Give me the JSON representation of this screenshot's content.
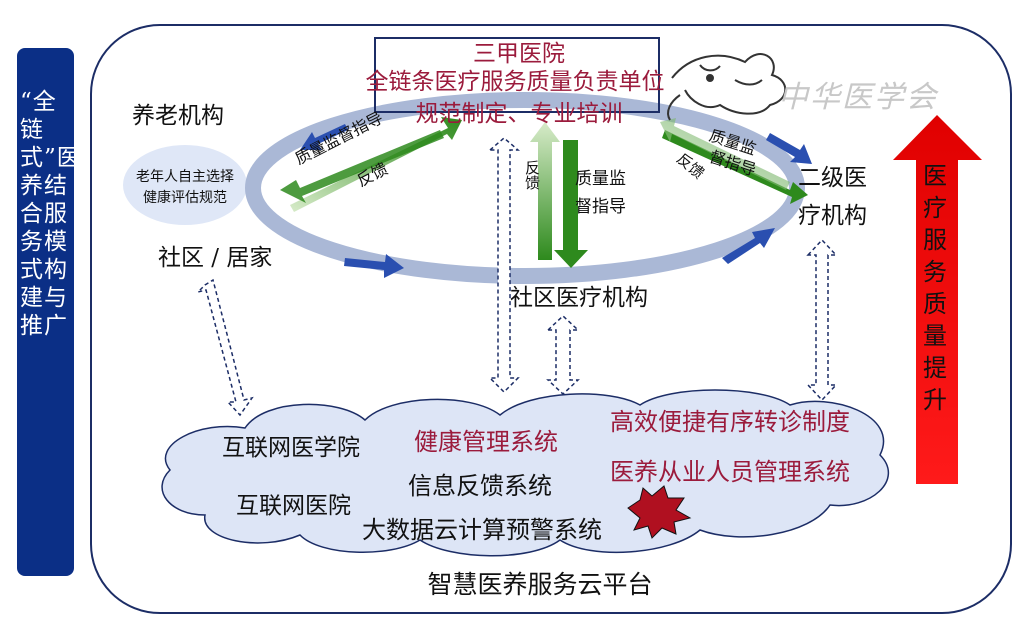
{
  "left_banner": {
    "text": "“全链式”医养结合服务模式构建与推广"
  },
  "top_box": {
    "line1": "三甲医院",
    "line2": "全链条医疗服务质量负责单位",
    "line3": "规范制定、专业培训"
  },
  "nodes": {
    "elderly_institution": "养老机构",
    "elderly_standard_line1": "老年人自主选择",
    "elderly_standard_line2": "健康评估规范",
    "community_home": "社区 / 居家",
    "community_medical": "社区医疗机构",
    "secondary_hospital_line1": "二级医",
    "secondary_hospital_line2": "疗机构"
  },
  "arrow_labels": {
    "left_quality": "质量监督指导",
    "left_feedback": "反馈",
    "center_feedback": "反馈",
    "center_quality_line1": "质量监",
    "center_quality_line2": "督指导",
    "right_quality_line1": "质量监",
    "right_quality_line2": "督指导",
    "right_feedback": "反馈"
  },
  "cloud": {
    "internet_medical_school": "互联网医学院",
    "internet_hospital": "互联网医院",
    "health_management": "健康管理系统",
    "info_feedback": "信息反馈系统",
    "bigdata_warning": "大数据云计算预警系统",
    "referral_system": "高效便捷有序转诊制度",
    "staff_management": "医养从业人员管理系统"
  },
  "platform_title": "智慧医养服务云平台",
  "right_arrow_text": "医疗服务质量提升",
  "watermark": "中华医学会",
  "colors": {
    "banner": "#0b2f86",
    "accent_text": "#9b1b3c",
    "ring": "#aab8d6",
    "green": "#2f8a1e",
    "red_arrow": "#e01010",
    "cloud": "#dde5f6"
  }
}
